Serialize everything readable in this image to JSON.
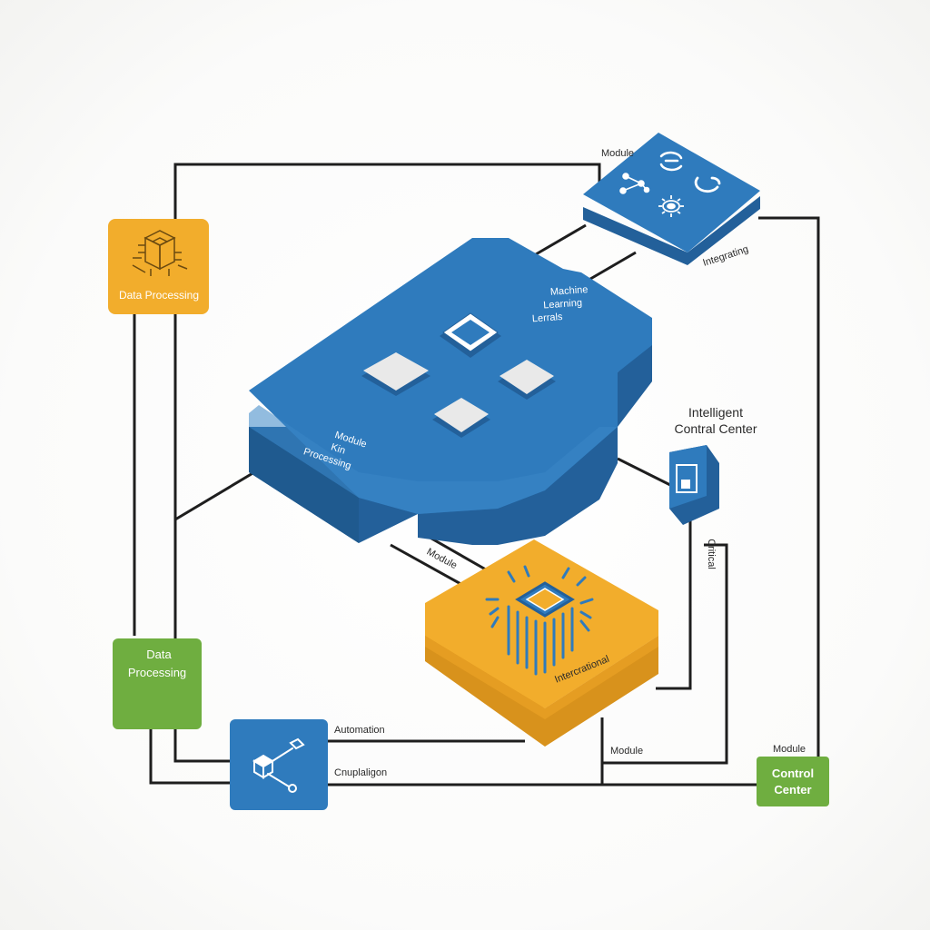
{
  "diagram": {
    "nodes": {
      "data_processing_orange": {
        "label": "Data Processing",
        "icon": "chip-cube-icon",
        "color": "#f2ad2c"
      },
      "data_processing_green": {
        "label_line1": "Data",
        "label_line2": "Processing",
        "color": "#6fae40"
      },
      "module_top": {
        "label": "Module",
        "icon_set": [
          "sync-icon",
          "network-nodes-icon",
          "gear-icon",
          "cycle-icon"
        ],
        "color": "#2f7bbd"
      },
      "central_platform": {
        "label_top_line1": "Machine",
        "label_top_line2": "Learning",
        "label_top_line3": "Lerrals",
        "label_bottom_line1": "Module",
        "label_bottom_line2": "Kin",
        "label_bottom_line3": "Processing",
        "color": "#2f7bbd"
      },
      "intelligent_center": {
        "label_line1": "Intelligent",
        "label_line2": "Contral Center",
        "icon": "device-icon",
        "color": "#2f7bbd"
      },
      "processor_block": {
        "label": "Intercrational",
        "icon": "processor-icon",
        "color": "#f2ad2c"
      },
      "connector_box": {
        "icon": "link-nodes-icon",
        "color": "#2f7bbd"
      },
      "control_center": {
        "label_line1": "Control",
        "label_line2": "Center",
        "color": "#6fae40"
      }
    },
    "edge_labels": {
      "module_top": "Module",
      "integration": "Integrating",
      "critical": "Critical",
      "module_mid": "Module",
      "automation": "Automation",
      "configuration": "Cnuplaligon",
      "module_bottom": "Module",
      "module_control": "Module"
    },
    "colors": {
      "blue": "#2f7bbd",
      "blue_dark": "#23609a",
      "orange": "#f2ad2c",
      "orange_dark": "#d8921c",
      "green": "#6fae40",
      "line": "#1e1e1e"
    }
  }
}
